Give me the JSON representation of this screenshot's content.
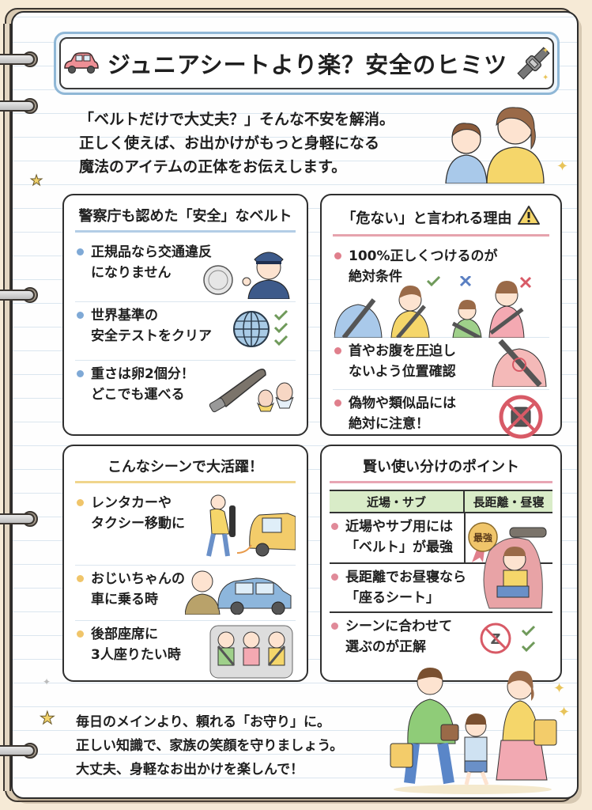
{
  "header": {
    "title": "ジュニアシートより楽？安全のヒミツ",
    "left_icon": "car-icon",
    "right_icon": "seatbelt-buckle-icon"
  },
  "intro": {
    "lines": [
      "「ベルトだけで大丈夫？」そんな不安を解消。",
      "正しく使えば、お出かけがもっと身軽になる",
      "魔法のアイテムの正体をお伝えします。"
    ],
    "illustration": "child-and-mother-icon"
  },
  "cards": {
    "police": {
      "title": "警察庁も認めた「安全」なベルト",
      "accent": "#7fa9d6",
      "items": [
        {
          "text": "正規品なら交通違反\nになりません",
          "icon": "police-officer-icon"
        },
        {
          "text": "世界基準の\n安全テストをクリア",
          "icon": "globe-check-icon"
        },
        {
          "text": "重さは卵2個分！\nどこでも運べる",
          "icon": "belt-and-eggs-icon"
        }
      ]
    },
    "danger": {
      "title": "「危ない」と言われる理由",
      "accent": "#e07f8c",
      "title_icon": "warning-icon",
      "items": [
        {
          "text": "100%正しくつけるのが\n絶対条件",
          "icon": "belt-fit-examples-icon"
        },
        {
          "text": "首やお腹を圧迫し\nないよう位置確認",
          "icon": "belt-pressure-icon"
        },
        {
          "text": "偽物や類似品には\n絶対に注意！",
          "icon": "prohibited-fake-icon"
        }
      ]
    },
    "scenes": {
      "title": "こんなシーンで大活躍！",
      "accent": "#f0c56a",
      "items": [
        {
          "text": "レンタカーや\nタクシー移動に",
          "icon": "taxi-rental-icon"
        },
        {
          "text": "おじいちゃんの\n車に乗る時",
          "icon": "grandpa-car-icon"
        },
        {
          "text": "後部座席に\n3人座りたい時",
          "icon": "three-kids-backseat-icon"
        }
      ]
    },
    "tips": {
      "title": "賢い使い分けのポイント",
      "accent": "#e08a99",
      "table_headers": [
        "近場・サブ",
        "長距離・昼寝"
      ],
      "badge": "最強",
      "items": [
        {
          "text": "近場やサブ用には\n「ベルト」が最強",
          "icon": "best-badge-belt-icon"
        },
        {
          "text": "長距離でお昼寝なら\n「座るシート」",
          "icon": "child-car-seat-icon"
        },
        {
          "text": "シーンに合わせて\n選ぶのが正解",
          "icon": "no-sleep-check-icon"
        }
      ]
    }
  },
  "footer": {
    "lines": [
      "毎日のメインより、頼れる「お守り」に。",
      "正しい知識で、家族の笑顔を守りましょう。",
      "大丈夫、身軽なお出かけを楽しんで！"
    ],
    "illustration": "family-walking-icon"
  },
  "colors": {
    "background": "#f6ead6",
    "title_frame": "#8fb7d6",
    "table_header": "#d9ecc8",
    "check_green": "#6f9a5a",
    "cross_blue": "#5a7fc2",
    "cross_red": "#d85a66"
  }
}
